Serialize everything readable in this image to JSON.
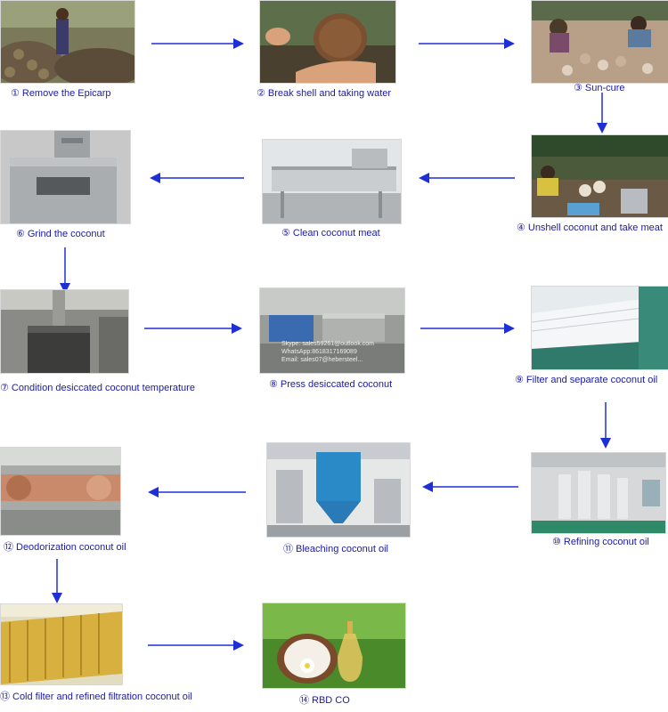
{
  "steps": [
    {
      "num": "①",
      "label": "Remove the Epicarp"
    },
    {
      "num": "②",
      "label": "Break shell and taking water"
    },
    {
      "num": "③",
      "label": "Sun-cure"
    },
    {
      "num": "④",
      "label": "Unshell coconut and take meat"
    },
    {
      "num": "⑤",
      "label": "Clean coconut meat"
    },
    {
      "num": "⑥",
      "label": "Grind the coconut"
    },
    {
      "num": "⑦",
      "label": "Condition desiccated coconut temperature"
    },
    {
      "num": "⑧",
      "label": "Press desiccated coconut"
    },
    {
      "num": "⑨",
      "label": "Filter and separate coconut oil"
    },
    {
      "num": "⑩",
      "label": "Refining coconut oil"
    },
    {
      "num": "⑪",
      "label": "Bleaching coconut oil"
    },
    {
      "num": "⑫",
      "label": "Deodorization coconut oil"
    },
    {
      "num": "⑬",
      "label": "Cold filter and refined filtration coconut oil"
    },
    {
      "num": "⑭",
      "label": "RBD CO"
    }
  ],
  "watermark": {
    "line1": "Skype: sales59261@outlook.com",
    "line2": "WhatsApp:8618317169089",
    "line3": "Email: sales07@hebersteel..."
  },
  "colors": {
    "arrow": "#1f2fd6",
    "label": "#1a1aa6"
  }
}
